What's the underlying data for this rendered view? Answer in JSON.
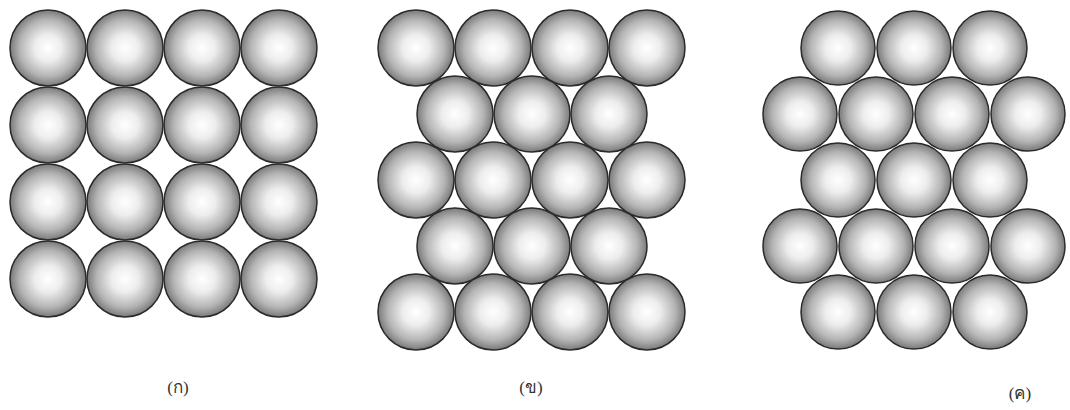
{
  "diagram": {
    "labels": [
      "(ก)",
      "(ข)",
      "(ค)"
    ]
  }
}
